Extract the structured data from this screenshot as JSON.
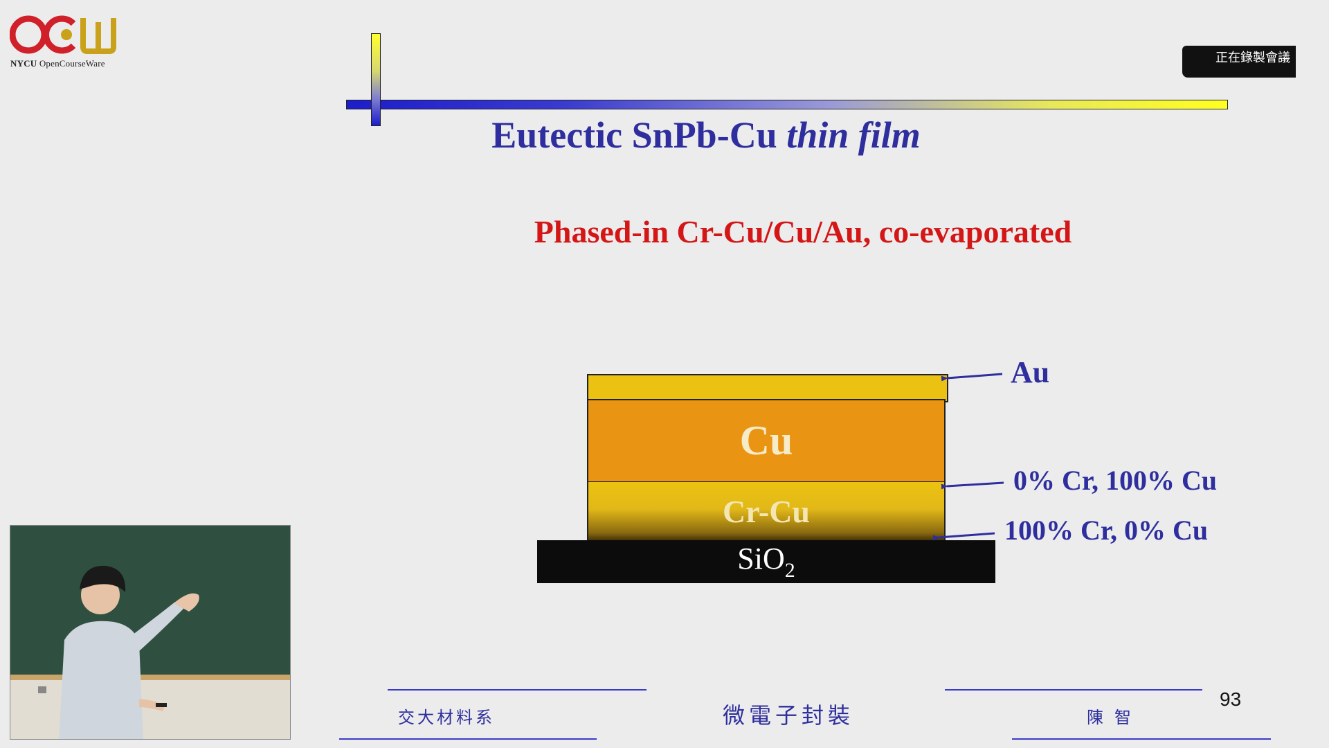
{
  "logo": {
    "mark": "OCW",
    "org": "NYCU",
    "sub": "OpenCourseWare",
    "colors": {
      "red": "#d0202a",
      "gold": "#c9a11a"
    }
  },
  "recording_badge": {
    "text": "正在錄製會議"
  },
  "slide": {
    "title_main": "Eutectic SnPb-Cu ",
    "title_italic": "thin film",
    "subtitle": "Phased-in Cr-Cu/Cu/Au, co-evaporated",
    "layers": {
      "cu": "Cu",
      "crcu": "Cr-Cu",
      "sio2_main": "SiO",
      "sio2_sub": "2"
    },
    "labels": {
      "au": "Au",
      "cu100": "0% Cr, 100% Cu",
      "cr100": "100% Cr, 0% Cu"
    },
    "colors": {
      "title": "#2e2e9e",
      "subtitle": "#d41616",
      "au": "#ecc212",
      "cu": "#ea9414"
    }
  },
  "footer": {
    "left": "交大材料系",
    "center": "微電子封裝",
    "right": "陳智",
    "page_number": "93"
  },
  "webcam": {
    "label": "lecturer-video"
  }
}
